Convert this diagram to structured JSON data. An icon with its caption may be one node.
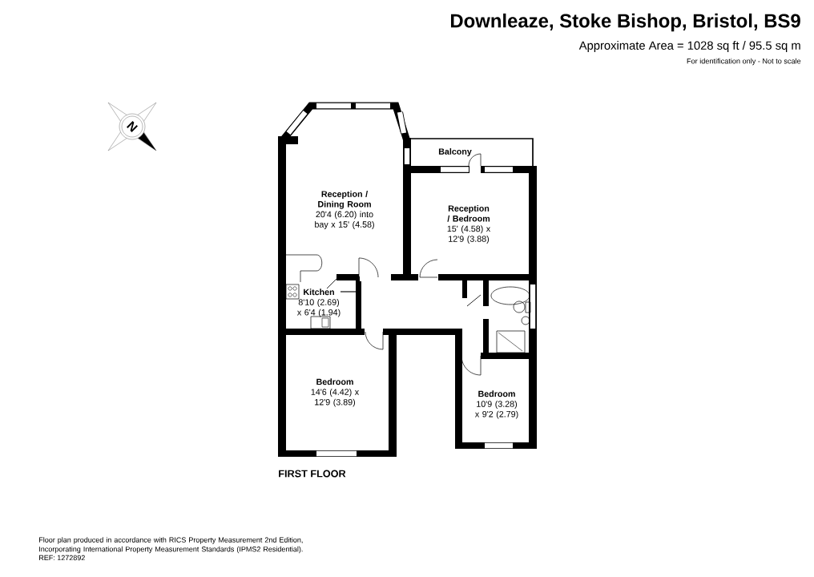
{
  "diagram": {
    "title": "Downleaze, Stoke Bishop, Bristol, BS9",
    "nodes": [
      {
        "text": [
          "Reception / Dining Room",
          "20'4 (6.20) into bay x 15' (4.58)"
        ]
      },
      {
        "text": [
          "Balcony"
        ]
      },
      {
        "text": [
          "Reception / Bedroom",
          "15' (4.58) x 12'9 (3.88)"
        ]
      },
      {
        "text": [
          "Kitchen",
          "8'10 (2.69) x 6'4 (1.94)"
        ]
      },
      {
        "text": [
          "Bedroom",
          "14'6 (4.42) x 12'9 (3.89)"
        ]
      },
      {
        "text": [
          "Bedroom",
          "10'9 (3.28) x 9'2 (2.79)"
        ]
      }
    ],
    "labels": [
      "Approximate Area = 1028 sq ft / 95.5 sq m",
      "For identification only - Not to scale",
      "N",
      "FIRST FLOOR",
      "Floor plan produced in accordance with RICS Property Measurement 2nd Edition, Incorporating International Property Measurement Standards (IPMS2 Residential).",
      "REF: 1272892"
    ]
  }
}
